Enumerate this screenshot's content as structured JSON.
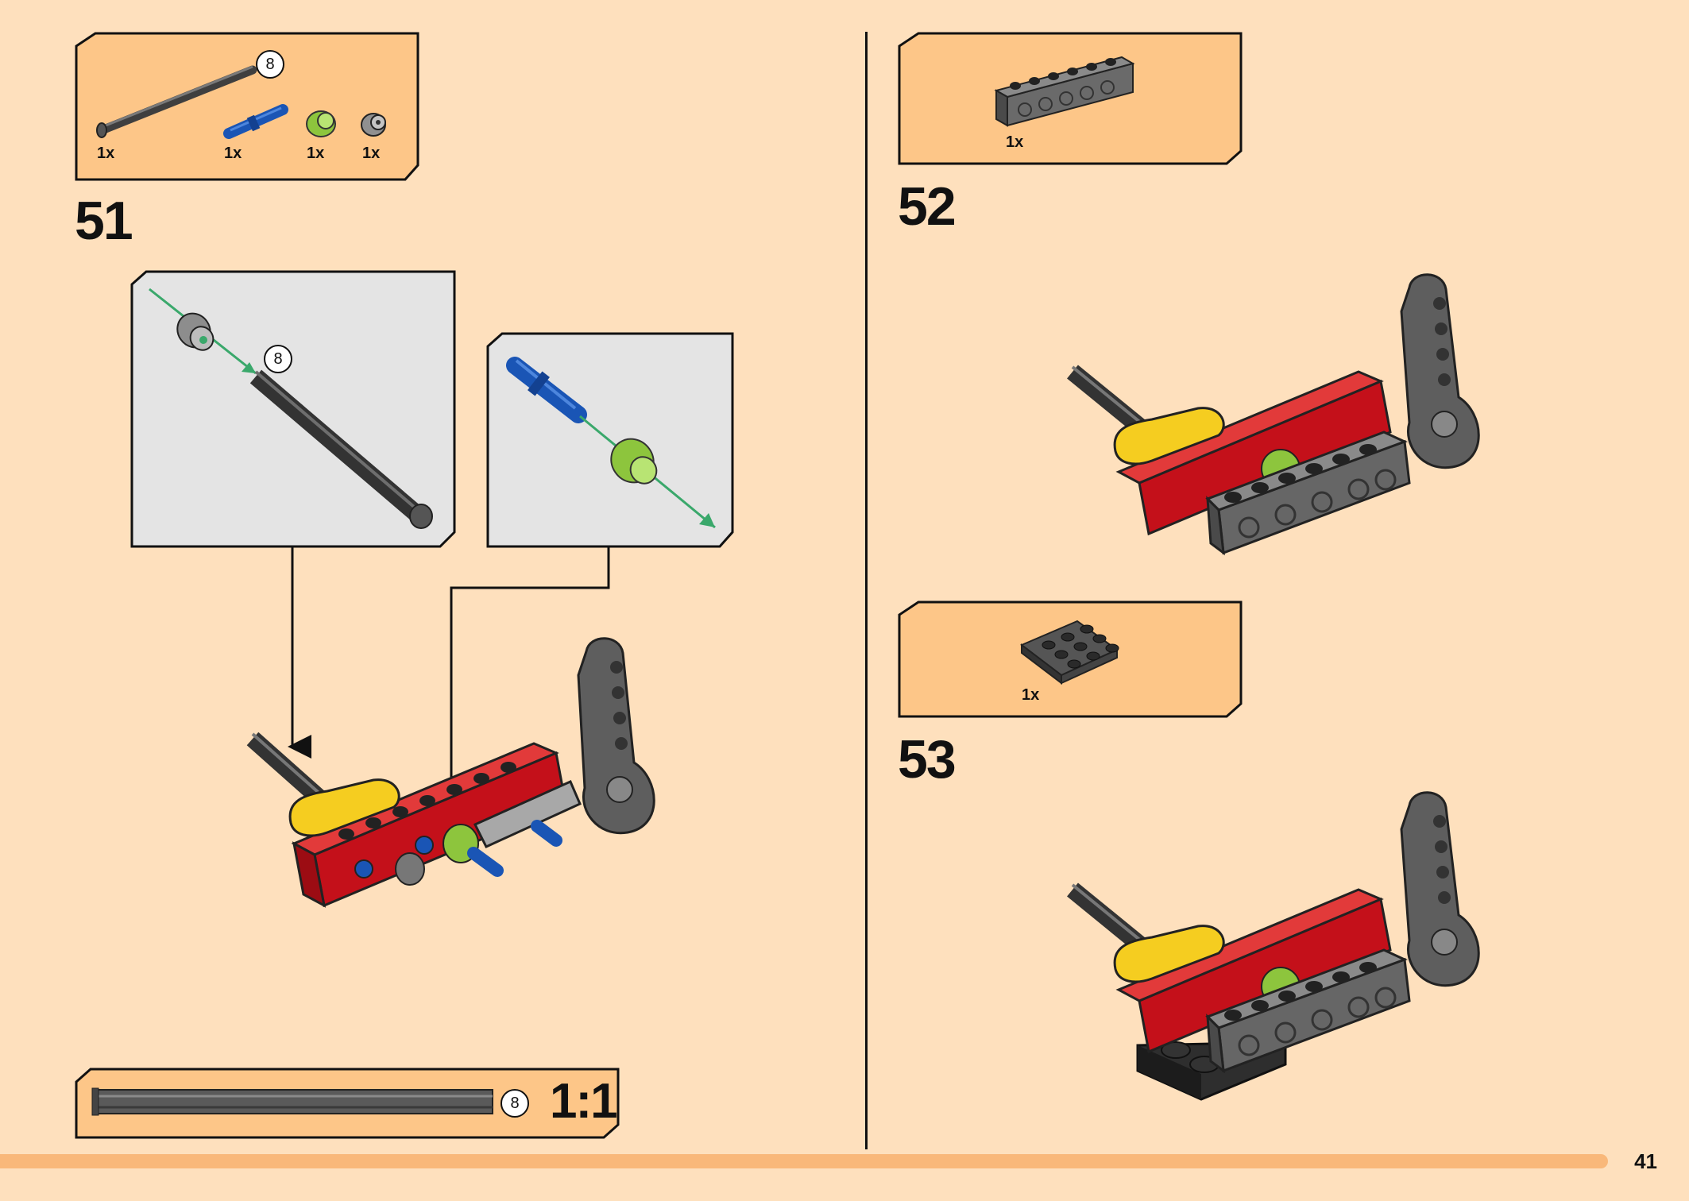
{
  "page": {
    "number": "41"
  },
  "colors": {
    "background": "#fee0bd",
    "parts_box": "#fdc688",
    "callout_box": "#e4e4e4",
    "brick_red": "#d0121b",
    "brick_yellow": "#f5cd20",
    "brick_dark_gray": "#636363",
    "brick_light_gray": "#a8a8a8",
    "pin_blue": "#1a55b5",
    "bush_lime": "#9fd44a",
    "arrow_green": "#3aa86b",
    "progress": "#f9b87a"
  },
  "step51": {
    "number": "51",
    "parts": [
      {
        "qty": "1x",
        "part": "axle-8-icon"
      },
      {
        "qty": "1x",
        "part": "blue-axle-pin-icon"
      },
      {
        "qty": "1x",
        "part": "lime-bush-icon"
      },
      {
        "qty": "1x",
        "part": "gray-bush-icon"
      }
    ],
    "axle_length_badge": "8",
    "callout_axle_badge": "8"
  },
  "step52": {
    "number": "52",
    "parts": [
      {
        "qty": "1x",
        "part": "dark-gray-technic-brick-1x6-icon"
      }
    ]
  },
  "step53": {
    "number": "53",
    "parts": [
      {
        "qty": "1x",
        "part": "dark-gray-plate-3x3-icon"
      }
    ]
  },
  "scale_box": {
    "length_badge": "8",
    "label": "1:1"
  }
}
